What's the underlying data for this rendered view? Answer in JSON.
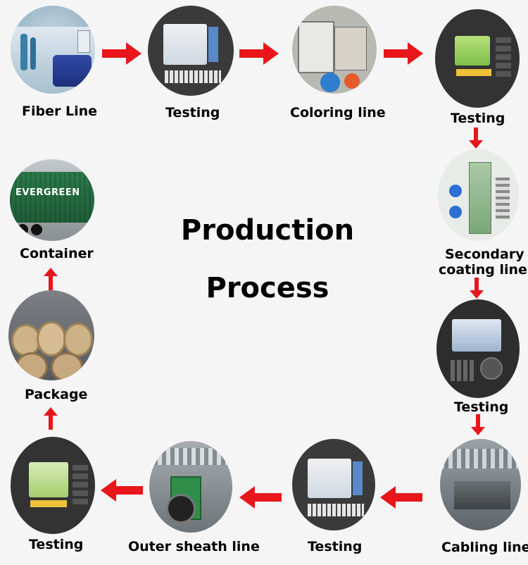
{
  "title": {
    "line1": "Production",
    "line2": "Process"
  },
  "steps": [
    {
      "label": "Fiber Line"
    },
    {
      "label": "Testing"
    },
    {
      "label": "Coloring line"
    },
    {
      "label": "Testing"
    },
    {
      "label": "Secondary",
      "label2": "coating line"
    },
    {
      "label": "Testing"
    },
    {
      "label": "Cabling line"
    },
    {
      "label": "Testing"
    },
    {
      "label": "Outer sheath line"
    },
    {
      "label": "Testing"
    },
    {
      "label": "Package"
    },
    {
      "label": "Container"
    }
  ],
  "container_text": "EVERGREEN",
  "colors": {
    "arrow": "#e8161b",
    "text": "#000000",
    "background": "#f5f5f5"
  }
}
